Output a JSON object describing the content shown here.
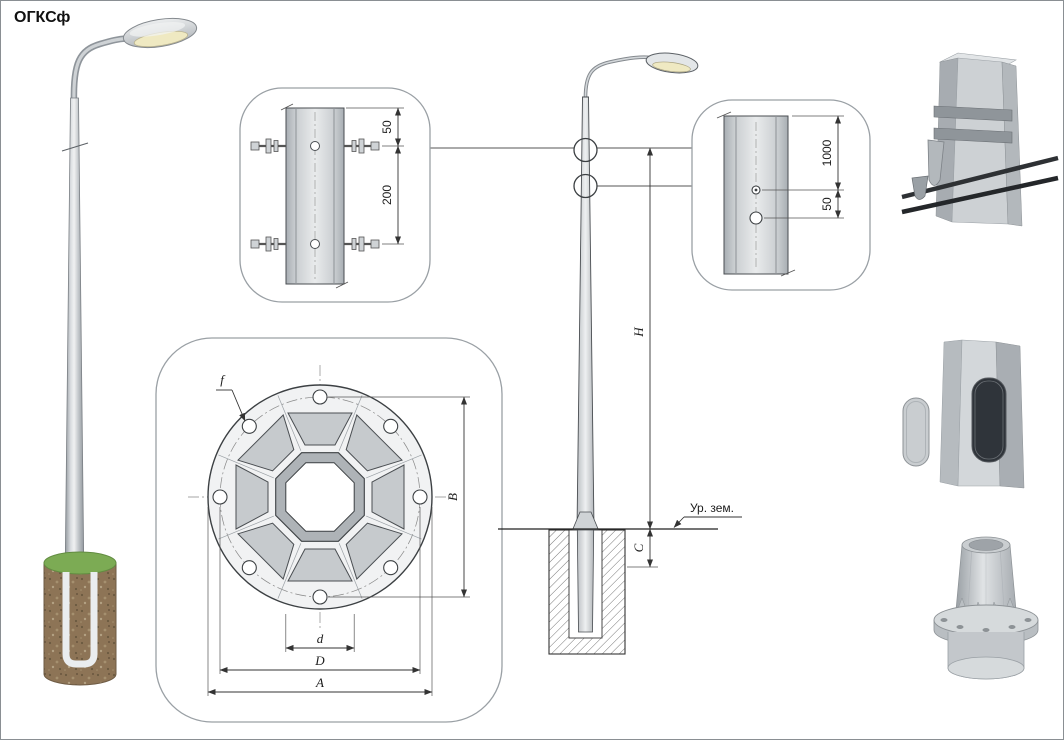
{
  "title": "ОГКСф",
  "detail_bracket": {
    "dim_top": "50",
    "dim_between": "200"
  },
  "detail_flange": {
    "dim_hole": "f",
    "dim_vertical": "B",
    "dim_inner": "d",
    "dim_bolt_circle": "D",
    "dim_outer": "A"
  },
  "elevation": {
    "dim_height": "H",
    "dim_embed": "C",
    "ground_label": "Ур. зем."
  },
  "detail_cable": {
    "dim_top": "1000",
    "dim_between": "50"
  },
  "colors": {
    "pole": "#c9ced2",
    "grass": "#7cab54",
    "soil": "#8d7456",
    "line": "#333333",
    "callout_border": "#9aa0a5"
  }
}
